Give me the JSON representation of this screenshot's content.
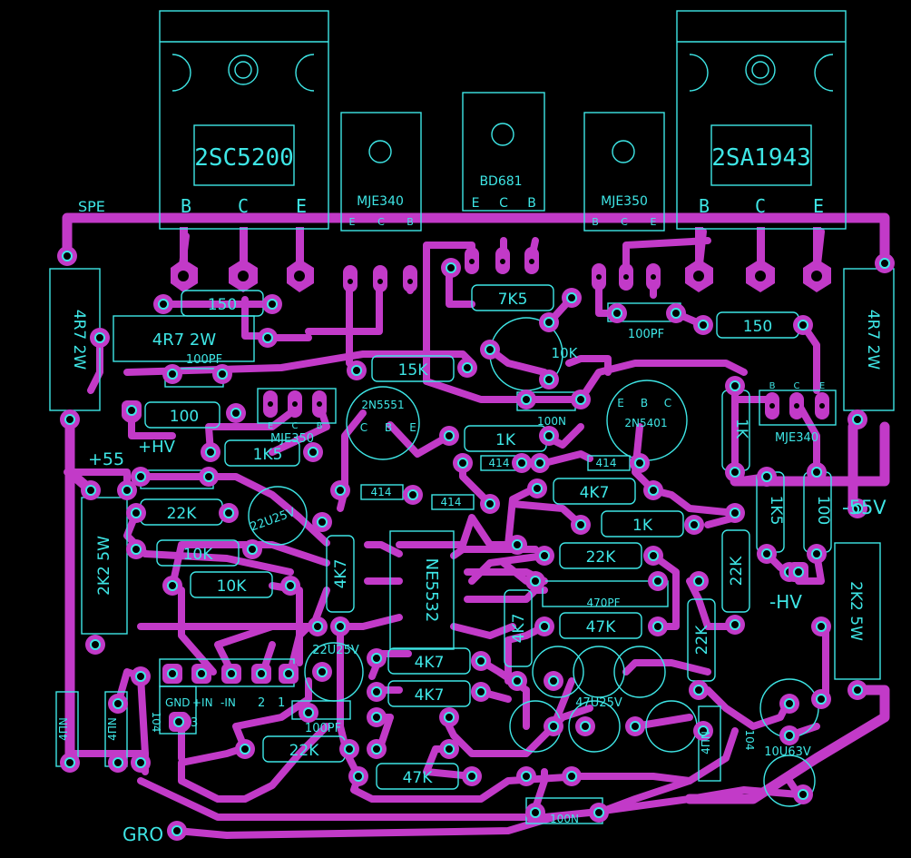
{
  "board": {
    "colors": {
      "background": "#000000",
      "copper": "#c23ac8",
      "silkscreen": "#3ee6e6"
    }
  },
  "transistors_power": {
    "left": {
      "part": "2SC5200",
      "pins": [
        "B",
        "C",
        "E"
      ]
    },
    "right": {
      "part": "2SA1943",
      "pins": [
        "B",
        "C",
        "E"
      ]
    }
  },
  "transistors_driver": {
    "mje340_top": {
      "part": "MJE340",
      "pins": [
        "E",
        "C",
        "B"
      ]
    },
    "bd681": {
      "part": "BD681",
      "pins": [
        "E",
        "C",
        "B"
      ]
    },
    "mje350_top": {
      "part": "MJE350",
      "pins": [
        "B",
        "C",
        "E"
      ]
    },
    "mje350_mid": {
      "part": "MJE350",
      "pins": [
        "E",
        "C",
        "B"
      ]
    },
    "mje340_mid": {
      "part": "MJE340",
      "pins": [
        "B",
        "C",
        "E"
      ]
    },
    "q2n5551": {
      "part": "2N5551",
      "pins": [
        "C",
        "B",
        "E"
      ]
    },
    "q2n5401": {
      "part": "2N5401",
      "pins": [
        "E",
        "B",
        "C"
      ]
    }
  },
  "ic": {
    "part": "NE5532"
  },
  "resistors": {
    "r4r7_left": "4R7 2W",
    "r4r7_mid": "4R7 2W",
    "r4r7_right": "4R7 2W",
    "r150_left": "150",
    "r150_right": "150",
    "r7k5": "7K5",
    "r15k": "15K",
    "r100_left": "100",
    "r1k5_left": "1K5",
    "r1k_mid": "1K",
    "r4k7_a": "4K7",
    "r1k_b": "1K",
    "r1k_right": "1K",
    "r1k5_right": "1K5",
    "r100_right": "100",
    "r22k_a": "22K",
    "r10k_a": "10K",
    "r10k_b": "10K",
    "r4k7_v1": "4K7",
    "r22k_b": "22K",
    "r47k_a": "47K",
    "r4k7_v2": "4K7",
    "r22k_v1": "22K",
    "r22k_v2": "22K",
    "r4k7_b": "4K7",
    "r4k7_c": "4K7",
    "r22k_c": "22K",
    "r47k_b": "47K",
    "r2k2_left": "2K2 5W",
    "r2k2_right": "2K2 5W"
  },
  "capacitors": {
    "c100pf_a": "100PF",
    "c100pf_b": "100PF",
    "c100n_a": "100N",
    "c470pf": "470PF",
    "c22u_a": "22U25V",
    "c22u_b": "22U25V",
    "c47u": "47U25V",
    "c100pf_c": "100PF",
    "c100n_b": "100N",
    "c10u": "10U63V",
    "c104_a": "104",
    "c104_b": "104"
  },
  "trimmer": {
    "value": "10K"
  },
  "diodes": {
    "d1": "414",
    "d2": "414",
    "d3": "414",
    "d4": "414"
  },
  "misc_labels": {
    "spe": "SPE",
    "plus55": "+55",
    "minus55": "-55V",
    "plus_hv": "+HV",
    "minus_hv": "-HV",
    "gro": "GRO",
    "conn_gnd": "GND",
    "conn_in_p": "+IN",
    "conn_in_n": "-IN",
    "conn_2": "2",
    "conn_1": "1",
    "conn_3": "3",
    "fn_left": "4ПN",
    "fn_a": "4ПN",
    "fn_b": "4ПN"
  }
}
